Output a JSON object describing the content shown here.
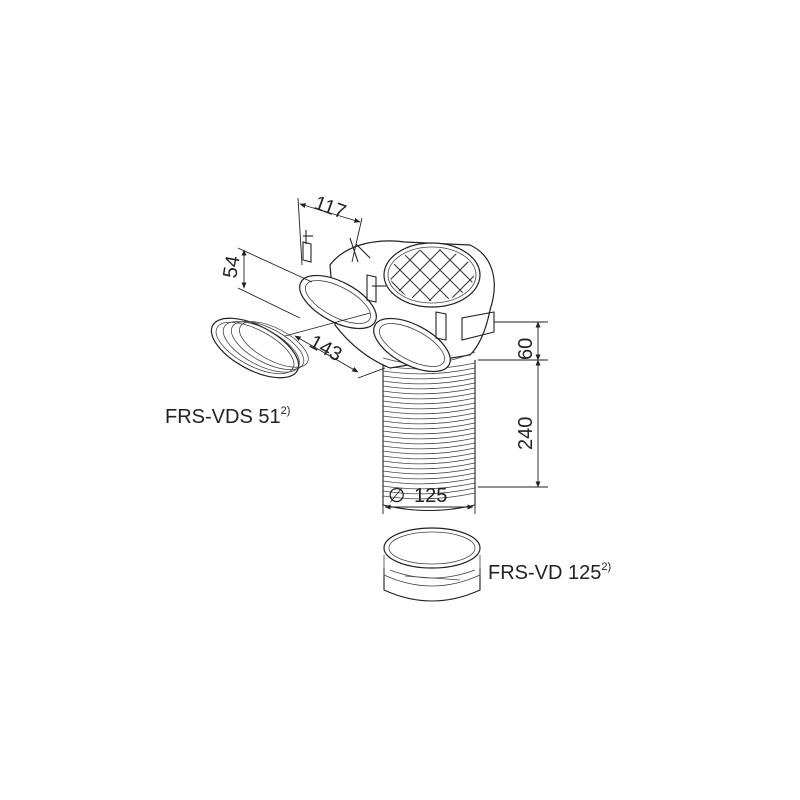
{
  "dimensions": {
    "width_top": "117",
    "height_outlet": "54",
    "width_outlet": "143",
    "height_collar": "60",
    "height_hose": "240",
    "diameter_symbol": "∅",
    "diameter": "125"
  },
  "labels": {
    "seal_oval": "FRS-VDS 51",
    "seal_oval_note": "2)",
    "seal_round": "FRS-VD 125",
    "seal_round_note": "2)"
  },
  "colors": {
    "line": "#222222",
    "background": "#ffffff"
  }
}
